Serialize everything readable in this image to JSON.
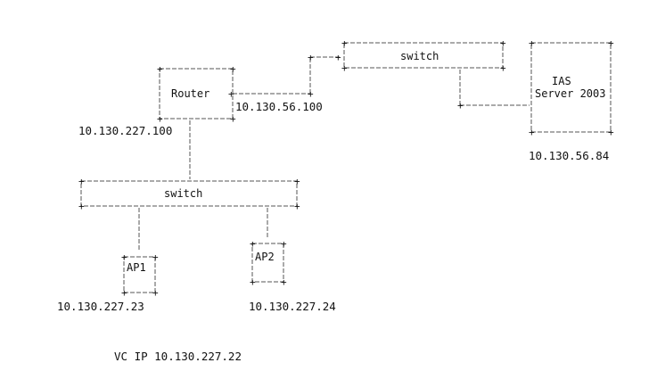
{
  "diagram": {
    "line_color": "#555555",
    "text_color": "#111111",
    "nodes": {
      "router": "Router",
      "switch_top": "switch",
      "switch_bottom": "switch",
      "ias_line1": "IAS",
      "ias_line2": "Server 2003",
      "ap1": "AP1",
      "ap2": "AP2"
    },
    "ips": {
      "router_lan": "10.130.227.100",
      "router_wan": "10.130.56.100",
      "ias_server": "10.130.56.84",
      "ap1": "10.130.227.23",
      "ap2": "10.130.227.24",
      "vc": "VC IP 10.130.227.22"
    }
  }
}
